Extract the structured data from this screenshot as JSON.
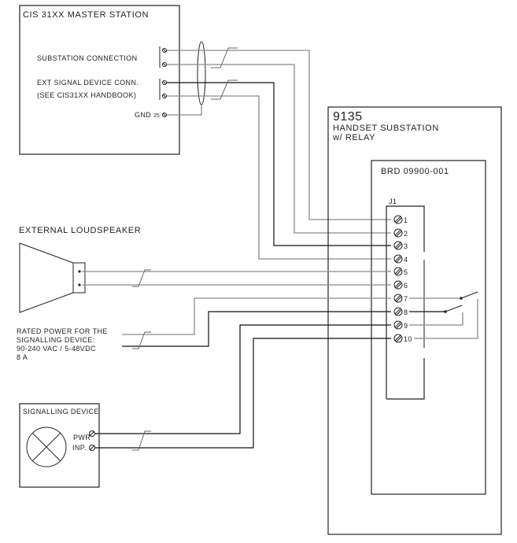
{
  "master_station": {
    "title": "CIS 31XX MASTER STATION",
    "substation_connection": "SUBSTATION CONNECTION",
    "ext_signal_line1": "EXT SIGNAL DEVICE CONN.",
    "ext_signal_line2": "(SEE CIS31XX HANDBOOK)",
    "gnd_label": "GND",
    "gnd_pin": "25"
  },
  "substation": {
    "model": "9135",
    "desc_line1": "HANDSET SUBSTATION",
    "desc_line2": "w/ RELAY",
    "board": "BRD 09900-001",
    "connector": "J1",
    "pins": [
      "1",
      "2",
      "3",
      "4",
      "5",
      "6",
      "7",
      "8",
      "9",
      "10"
    ]
  },
  "loudspeaker": {
    "title": "EXTERNAL LOUDSPEAKER"
  },
  "power_note": {
    "line1": "RATED POWER FOR THE",
    "line2": "SIGNALLING DEVICE:",
    "line3": "90-240 VAC / 5-48VDC",
    "line4": "8 A"
  },
  "signalling_device": {
    "title": "SIGNALLING DEVICE",
    "pwr_label": "PWR",
    "inp_label": "INP."
  }
}
